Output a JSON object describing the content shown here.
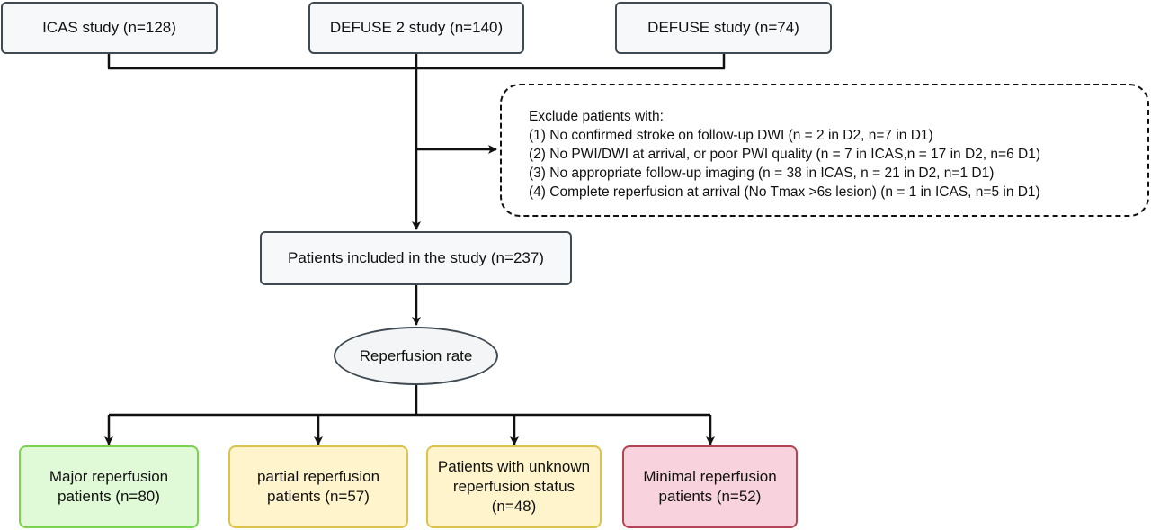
{
  "sources": [
    {
      "label": "ICAS study (n=128)"
    },
    {
      "label": "DEFUSE 2 study (n=140)"
    },
    {
      "label": "DEFUSE study (n=74)"
    }
  ],
  "exclusion": {
    "title": "Exclude patients with:",
    "items": [
      "(1) No confirmed stroke on follow-up DWI (n = 2 in D2, n=7 in D1)",
      "(2) No PWI/DWI at arrival, or poor PWI quality (n = 7 in ICAS,n = 17 in D2, n=6 D1)",
      "(3) No appropriate follow-up imaging (n = 38 in ICAS, n = 21 in D2, n=1 D1)",
      "(4) Complete reperfusion at arrival (No Tmax >6s lesion) (n = 1 in ICAS, n=5 in D1)"
    ]
  },
  "included": {
    "label": "Patients included in the study (n=237)"
  },
  "decision": {
    "label": "Reperfusion rate"
  },
  "outcomes": [
    {
      "label": "Major reperfusion\npatients (n=80)",
      "color": "#7ad34e"
    },
    {
      "label": "partial reperfusion\npatients (n=57)",
      "color": "#dcc24c"
    },
    {
      "label": "Patients with unknown\nreperfusion status\n(n=48)",
      "color": "#dcc24c"
    },
    {
      "label": "Minimal reperfusion\npatients (n=52)",
      "color": "#b54452"
    }
  ]
}
